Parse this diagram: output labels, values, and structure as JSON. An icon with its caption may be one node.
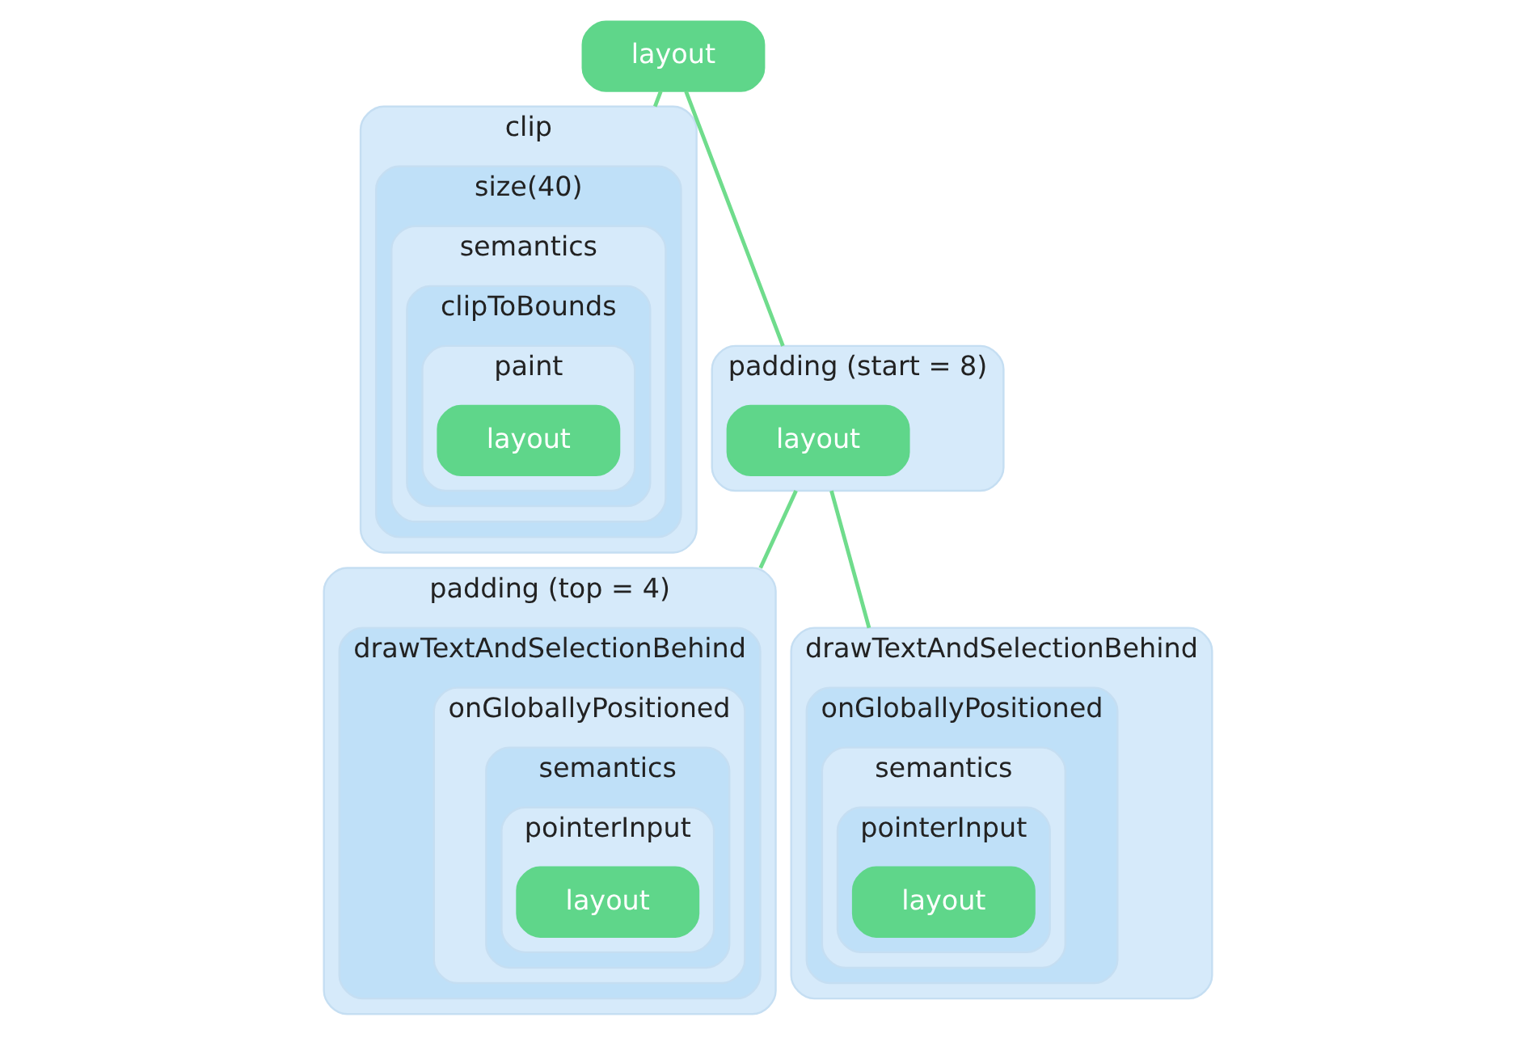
{
  "diagram": {
    "nodes": [
      {
        "text": [
          "layout"
        ]
      },
      {
        "text": [
          "clip"
        ]
      },
      {
        "text": [
          "size(40)"
        ],
        "in": 1
      },
      {
        "text": [
          "semantics"
        ],
        "in": 2
      },
      {
        "text": [
          "clipToBounds"
        ],
        "in": 3
      },
      {
        "text": [
          "paint"
        ],
        "in": 4
      },
      {
        "text": [
          "layout"
        ],
        "in": 5
      },
      {
        "text": [
          "padding (start = 8)"
        ]
      },
      {
        "text": [
          "layout"
        ],
        "in": 7
      },
      {
        "text": [
          "padding (top = 4)"
        ]
      },
      {
        "text": [
          "drawTextAndSelectionBehind"
        ],
        "in": 9
      },
      {
        "text": [
          "onGloballyPositioned"
        ],
        "in": 10
      },
      {
        "text": [
          "semantics"
        ],
        "in": 11
      },
      {
        "text": [
          "pointerInput"
        ],
        "in": 12
      },
      {
        "text": [
          "layout"
        ],
        "in": 13
      },
      {
        "text": [
          "drawTextAndSelectionBehind"
        ]
      },
      {
        "text": [
          "onGloballyPositioned"
        ],
        "in": 15
      },
      {
        "text": [
          "semantics"
        ],
        "in": 16
      },
      {
        "text": [
          "pointerInput"
        ],
        "in": 17
      },
      {
        "text": [
          "layout"
        ],
        "in": 18
      }
    ],
    "edges": [
      {
        "from": 0,
        "to": 1,
        "arrow": "none"
      },
      {
        "from": 0,
        "to": 7,
        "arrow": "none"
      },
      {
        "from": 7,
        "to": 9,
        "arrow": "none"
      },
      {
        "from": 7,
        "to": 15,
        "arrow": "none"
      }
    ]
  }
}
